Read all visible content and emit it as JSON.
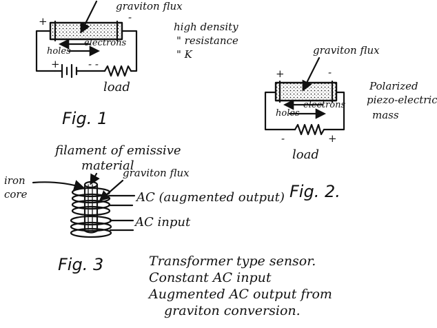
{
  "fig1": {
    "label": "Fig. 1",
    "flux_label": "graviton flux",
    "electrons_label": "electrons",
    "holes_label": "holes",
    "load_label": "load",
    "plus_left": "+",
    "minus_right": "-",
    "plus_battery": "+",
    "minus_load": "- -",
    "notes": [
      "high density",
      "\" resistance",
      "\" K"
    ]
  },
  "fig2": {
    "label": "Fig. 2.",
    "flux_label": "graviton flux",
    "electrons_label": "electrons",
    "holes_label": "holes",
    "load_label": "load",
    "plus_top": "+",
    "minus_top": "-",
    "minus_bottom": "-",
    "plus_bottom": "+",
    "side_note": [
      "Polarized",
      "piezo-electric",
      "mass"
    ]
  },
  "fig3": {
    "label": "Fig. 3",
    "filament_label": [
      "filament of emissive",
      "material"
    ],
    "iron_core_label": [
      "iron",
      "core"
    ],
    "flux_label": "graviton flux",
    "ac_output_label": "AC (augmented output)",
    "ac_input_label": "AC input",
    "caption": [
      "Transformer type sensor.",
      "Constant AC input",
      "Augmented AC output from",
      "graviton conversion."
    ]
  }
}
